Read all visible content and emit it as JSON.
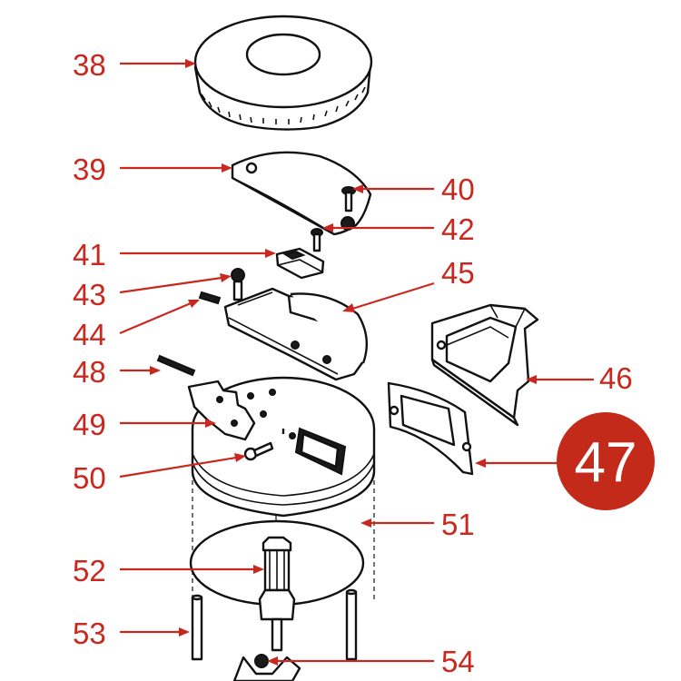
{
  "callouts": [
    {
      "id": "38",
      "text": "38"
    },
    {
      "id": "39",
      "text": "39"
    },
    {
      "id": "40",
      "text": "40"
    },
    {
      "id": "41",
      "text": "41"
    },
    {
      "id": "42",
      "text": "42"
    },
    {
      "id": "43",
      "text": "43"
    },
    {
      "id": "44",
      "text": "44"
    },
    {
      "id": "45",
      "text": "45"
    },
    {
      "id": "46",
      "text": "46"
    },
    {
      "id": "48",
      "text": "48"
    },
    {
      "id": "49",
      "text": "49"
    },
    {
      "id": "50",
      "text": "50"
    },
    {
      "id": "51",
      "text": "51"
    },
    {
      "id": "52",
      "text": "52"
    },
    {
      "id": "53",
      "text": "53"
    },
    {
      "id": "54",
      "text": "54"
    }
  ],
  "highlight": {
    "text": "47",
    "color": "#c32a1a"
  },
  "colors": {
    "callout": "#c8281e",
    "line_art": "#111111",
    "background": "#ffffff"
  }
}
